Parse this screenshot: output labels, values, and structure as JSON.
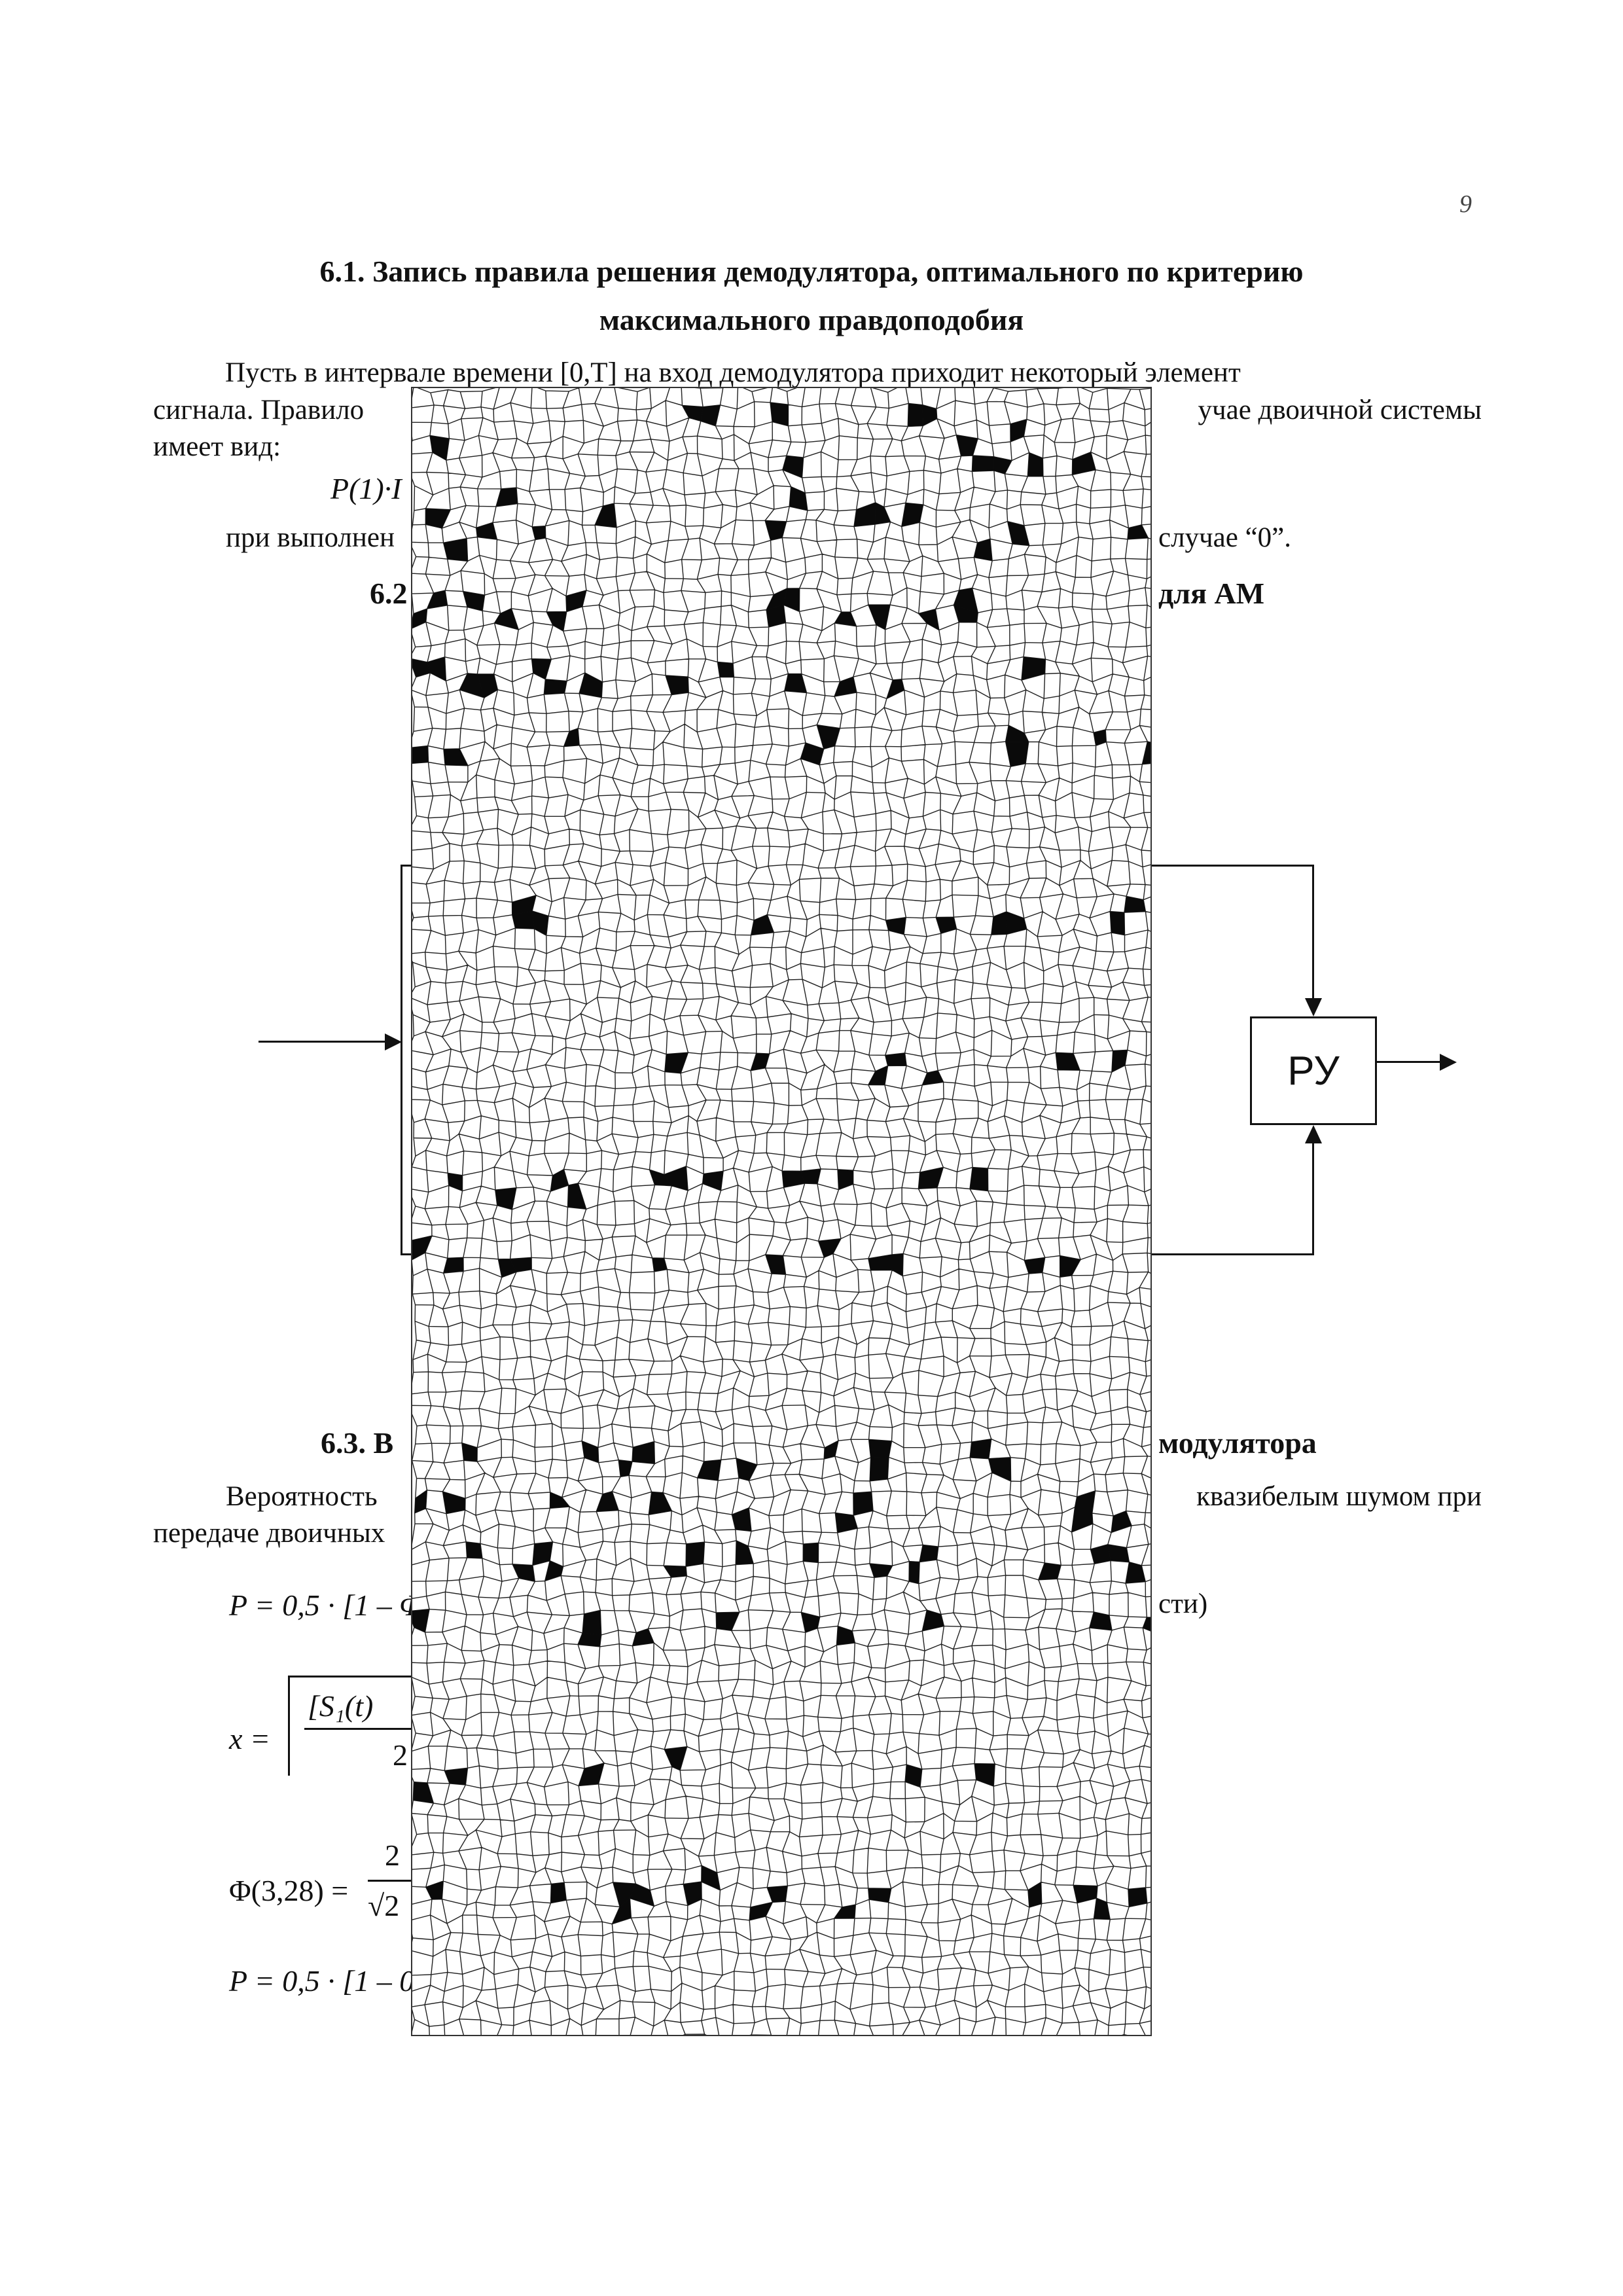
{
  "page_number": "9",
  "heading1_line1": "6.1. Запись правила решения демодулятора, оптимального по критерию",
  "heading1_line2": "максимального правдоподобия",
  "para1_line1": "Пусть в интервале времени [0,T] на вход демодулятора приходит некоторый элемент",
  "para1_line2_left": "сигнала. Правило",
  "para1_line2_right": "учае двоичной системы",
  "para1_line3": "имеет вид:",
  "formula1_left": "P(1)·I",
  "para2_left": "при выполнен",
  "para2_right": "случае “0”.",
  "heading2_left": "6.2",
  "heading2_right": "для АМ",
  "block_ru_label": "РУ",
  "heading3_left": "6.3. В",
  "heading3_right": "модулятора",
  "para3_line1_left": "Вероятность",
  "para3_line1_right": "квазибелым шумом при",
  "para3_line2_left": "передаче двоичных",
  "formula2_left": "P = 0,5 · [1 – Φ",
  "formula2_right": "сти)",
  "formula3_left": "x =",
  "formula3_mid": "[S₁(t)",
  "formula3_denominator": "2",
  "formula4_left": "Φ(3,28) =",
  "formula4_numerator": "2",
  "formula4_denominator": "√2",
  "formula5_left": "P = 0,5 · [1 – 0,",
  "mosaic_description_colors": {
    "cells": "#ffffff",
    "edges": "#222222",
    "filled": "#0a0a0a"
  }
}
